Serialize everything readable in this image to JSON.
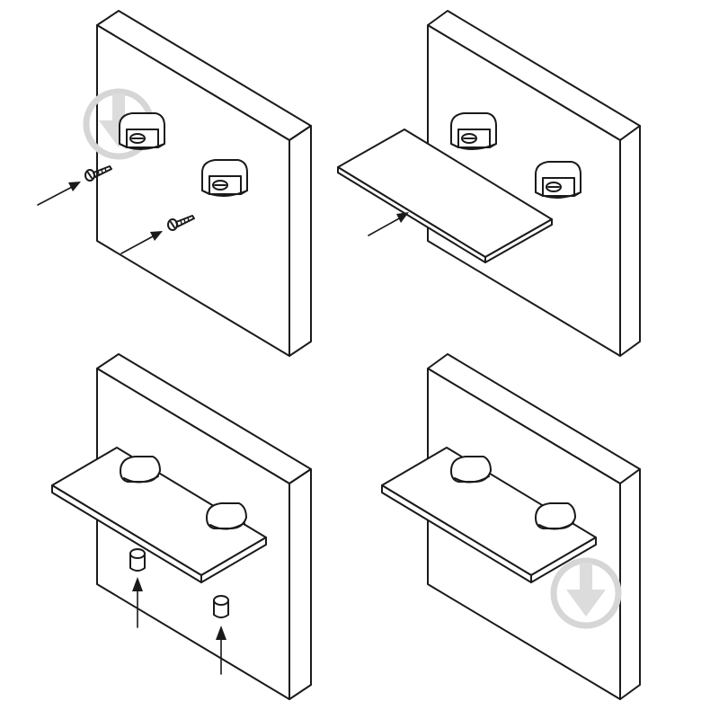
{
  "diagram": {
    "steps": [
      {
        "name": "screw-clamps-to-wall"
      },
      {
        "name": "insert-shelf"
      },
      {
        "name": "insert-caps"
      },
      {
        "name": "finished-shelf"
      }
    ],
    "watermark": {
      "icon": "download-arrow-icon",
      "color": "#d6d6d6"
    },
    "line_color": "#1a1a1a",
    "background": "#ffffff"
  }
}
